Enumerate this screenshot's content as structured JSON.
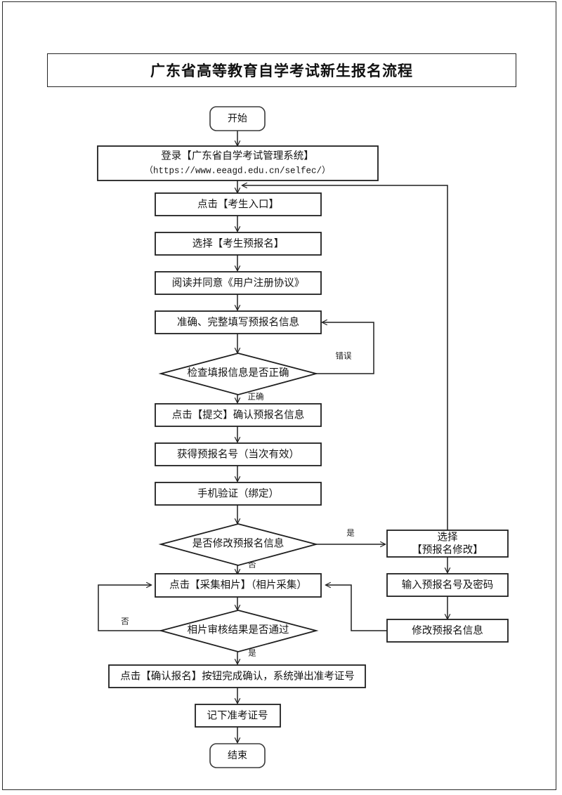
{
  "page": {
    "title": "广东省高等教育自学考试新生报名流程",
    "doc_width": 800,
    "doc_height": 1132,
    "border_color": "#2b2b2b",
    "shape_stroke": "#1f1f1f",
    "text_color": "#141414"
  },
  "chart_data": {
    "type": "diagram",
    "title": "广东省高等教育自学考试新生报名流程",
    "orientation": "top-to-bottom",
    "nodes": [
      {
        "id": "start",
        "shape": "terminator",
        "lines": [
          "开始"
        ]
      },
      {
        "id": "login",
        "shape": "process",
        "lines": [
          "登录【广东省自学考试管理系统】",
          "（https://www.eeagd.edu.cn/selfec/）"
        ]
      },
      {
        "id": "entry",
        "shape": "process",
        "lines": [
          "点击【考生入口】"
        ]
      },
      {
        "id": "prereg",
        "shape": "process",
        "lines": [
          "选择【考生预报名】"
        ]
      },
      {
        "id": "agreement",
        "shape": "process",
        "lines": [
          "阅读并同意《用户注册协议》"
        ]
      },
      {
        "id": "fillinfo",
        "shape": "process",
        "lines": [
          "准确、完整填写预报名信息"
        ]
      },
      {
        "id": "checkinfo",
        "shape": "decision",
        "lines": [
          "检查填报信息是否正确"
        ]
      },
      {
        "id": "submit",
        "shape": "process",
        "lines": [
          "点击【提交】确认预报名信息"
        ]
      },
      {
        "id": "getnumber",
        "shape": "process",
        "lines": [
          "获得预报名号（当次有效）"
        ]
      },
      {
        "id": "phoneverify",
        "shape": "process",
        "lines": [
          "手机验证（绑定）"
        ]
      },
      {
        "id": "modifyask",
        "shape": "decision",
        "lines": [
          "是否修改预报名信息"
        ]
      },
      {
        "id": "selectmodify",
        "shape": "process",
        "lines": [
          "选择",
          "【预报名修改】"
        ]
      },
      {
        "id": "inputnumber",
        "shape": "process",
        "lines": [
          "输入预报名号及密码"
        ]
      },
      {
        "id": "modifyinfo",
        "shape": "process",
        "lines": [
          "修改预报名信息"
        ]
      },
      {
        "id": "photo",
        "shape": "process",
        "lines": [
          "点击【采集相片】（相片采集）"
        ]
      },
      {
        "id": "photocheck",
        "shape": "decision",
        "lines": [
          "相片审核结果是否通过"
        ]
      },
      {
        "id": "confirm",
        "shape": "process",
        "lines": [
          "点击【确认报名】按钮完成确认，系统弹出准考证号"
        ]
      },
      {
        "id": "writedown",
        "shape": "process",
        "lines": [
          "记下准考证号"
        ]
      },
      {
        "id": "end",
        "shape": "terminator",
        "lines": [
          "结束"
        ]
      }
    ],
    "edges": [
      {
        "from": "start",
        "to": "login",
        "label": ""
      },
      {
        "from": "login",
        "to": "entry",
        "label": ""
      },
      {
        "from": "entry",
        "to": "prereg",
        "label": ""
      },
      {
        "from": "prereg",
        "to": "agreement",
        "label": ""
      },
      {
        "from": "agreement",
        "to": "fillinfo",
        "label": ""
      },
      {
        "from": "fillinfo",
        "to": "checkinfo",
        "label": ""
      },
      {
        "from": "checkinfo",
        "to": "fillinfo",
        "label": "错误"
      },
      {
        "from": "checkinfo",
        "to": "submit",
        "label": "正确"
      },
      {
        "from": "submit",
        "to": "getnumber",
        "label": ""
      },
      {
        "from": "getnumber",
        "to": "phoneverify",
        "label": ""
      },
      {
        "from": "phoneverify",
        "to": "modifyask",
        "label": ""
      },
      {
        "from": "modifyask",
        "to": "selectmodify",
        "label": "是"
      },
      {
        "from": "modifyask",
        "to": "photo",
        "label": "否"
      },
      {
        "from": "selectmodify",
        "to": "inputnumber",
        "label": ""
      },
      {
        "from": "inputnumber",
        "to": "modifyinfo",
        "label": ""
      },
      {
        "from": "modifyinfo",
        "to": "photo",
        "label": ""
      },
      {
        "from": "selectmodify",
        "to": "entry",
        "label": ""
      },
      {
        "from": "photo",
        "to": "photocheck",
        "label": ""
      },
      {
        "from": "photocheck",
        "to": "photo",
        "label": "否"
      },
      {
        "from": "photocheck",
        "to": "confirm",
        "label": "是"
      },
      {
        "from": "confirm",
        "to": "writedown",
        "label": ""
      },
      {
        "from": "writedown",
        "to": "end",
        "label": ""
      }
    ],
    "edge_labels": [
      "错误",
      "正确",
      "是",
      "否",
      "否",
      "是"
    ]
  },
  "labels": {
    "start": "开始",
    "login_line1": "登录【广东省自学考试管理系统】",
    "login_line2": "（https://www.eeagd.edu.cn/selfec/）",
    "entry": "点击【考生入口】",
    "prereg": "选择【考生预报名】",
    "agreement": "阅读并同意《用户注册协议》",
    "fillinfo": "准确、完整填写预报名信息",
    "checkinfo": "检查填报信息是否正确",
    "submit": "点击【提交】确认预报名信息",
    "getnumber": "获得预报名号（当次有效）",
    "phoneverify": "手机验证（绑定）",
    "modifyask": "是否修改预报名信息",
    "selectmodify_line1": "选择",
    "selectmodify_line2": "【预报名修改】",
    "inputnumber": "输入预报名号及密码",
    "modifyinfo": "修改预报名信息",
    "photo": "点击【采集相片】（相片采集）",
    "photocheck": "相片审核结果是否通过",
    "confirm": "点击【确认报名】按钮完成确认，系统弹出准考证号",
    "writedown": "记下准考证号",
    "end": "结束"
  },
  "edge_labels": {
    "error": "错误",
    "correct": "正确",
    "yes_modify": "是",
    "no_modify": "否",
    "no_photo": "否",
    "yes_photo": "是"
  }
}
